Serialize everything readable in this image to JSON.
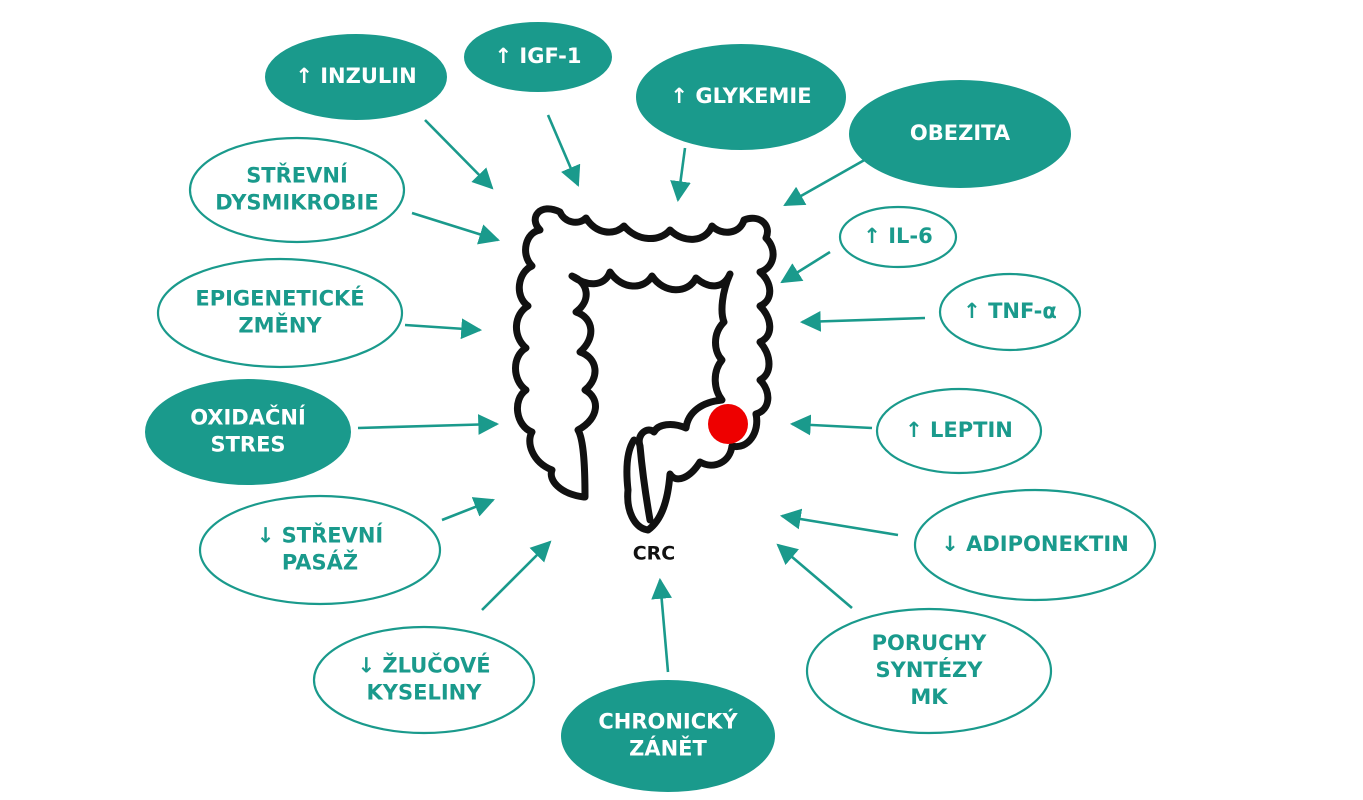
{
  "colors": {
    "teal": "#1a9a8c",
    "text_on_fill": "#ffffff",
    "organ_outline": "#111111",
    "tumor": "#ee0000"
  },
  "center": {
    "label": "CRC",
    "icon": "colon-icon",
    "marker": "tumor-dot-icon"
  },
  "nodes": {
    "inzulin": {
      "lines": [
        "↑ INZULIN"
      ],
      "style": "filled"
    },
    "igf1": {
      "lines": [
        "↑ IGF-1"
      ],
      "style": "filled"
    },
    "glykemie": {
      "lines": [
        "↑ GLYKEMIE"
      ],
      "style": "filled"
    },
    "obezita": {
      "lines": [
        "OBEZITA"
      ],
      "style": "filled"
    },
    "dysmikrobie": {
      "lines": [
        "STŘEVNÍ",
        "DYSMIKROBIE"
      ],
      "style": "outline"
    },
    "il6": {
      "lines": [
        "↑ IL-6"
      ],
      "style": "outline"
    },
    "epigeneticke": {
      "lines": [
        "EPIGENETICKÉ",
        "ZMĚNY"
      ],
      "style": "outline"
    },
    "tnf": {
      "lines": [
        "↑ TNF-α"
      ],
      "style": "outline"
    },
    "oxidacni": {
      "lines": [
        "OXIDAČNÍ",
        "STRES"
      ],
      "style": "filled"
    },
    "leptin": {
      "lines": [
        "↑ LEPTIN"
      ],
      "style": "outline"
    },
    "pasaz": {
      "lines": [
        "↓ STŘEVNÍ",
        "PASÁŽ"
      ],
      "style": "outline"
    },
    "adiponektin": {
      "lines": [
        "↓ ADIPONEKTIN"
      ],
      "style": "outline"
    },
    "zlucove": {
      "lines": [
        "↓ ŽLUČOVÉ",
        "KYSELINY"
      ],
      "style": "outline"
    },
    "poruchy": {
      "lines": [
        "PORUCHY",
        "SYNTÉZY",
        "MK"
      ],
      "style": "outline"
    },
    "zanet": {
      "lines": [
        "CHRONICKÝ",
        "ZÁNĚT"
      ],
      "style": "filled"
    }
  }
}
